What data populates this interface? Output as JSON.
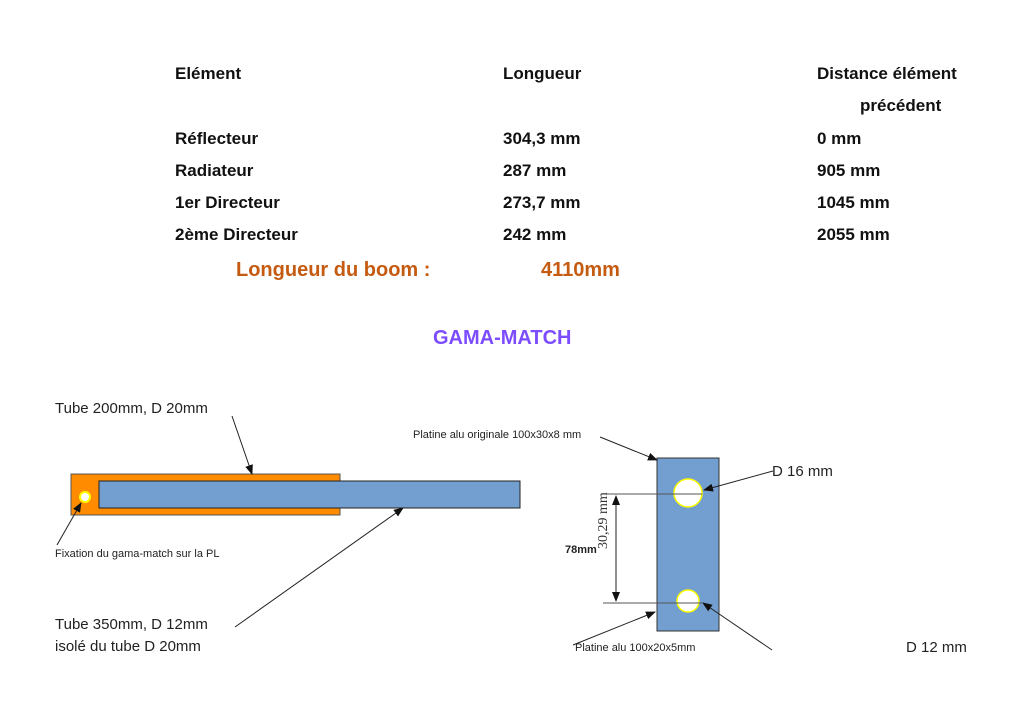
{
  "table": {
    "headers": {
      "element": "Elément",
      "length": "Longueur",
      "distance_line1": "Distance élément",
      "distance_line2": "précédent"
    },
    "rows": [
      {
        "element": "Réflecteur",
        "length": "304,3 mm",
        "distance": "0 mm"
      },
      {
        "element": "Radiateur",
        "length": "287 mm",
        "distance": "905 mm"
      },
      {
        "element": "1er Directeur",
        "length": "273,7 mm",
        "distance": "1045 mm"
      },
      {
        "element": "2ème Directeur",
        "length": "242 mm",
        "distance": "2055 mm"
      }
    ]
  },
  "boom": {
    "label": "Longueur du boom :",
    "value": "4110mm"
  },
  "section_title": "GAMA-MATCH",
  "diagram": {
    "labels": {
      "tube_outer": "Tube 200mm, D 20mm",
      "fixation": "Fixation  du gama-match sur la PL",
      "tube_inner_line1": "Tube 350mm, D 12mm",
      "tube_inner_line2": "isolé du tube D 20mm",
      "plate_original": "Platine alu originale 100x30x8 mm",
      "hole_top": "D 16 mm",
      "dim_bold": "78mm",
      "dim_vertical": "30,29 mm",
      "plate_new": "Platine alu 100x20x5mm",
      "hole_bottom": "D 12 mm"
    },
    "colors": {
      "outer_tube": "#ff8c00",
      "inner_tube": "#729fcf",
      "plate": "#729fcf",
      "hole_border": "#ffff00"
    }
  }
}
